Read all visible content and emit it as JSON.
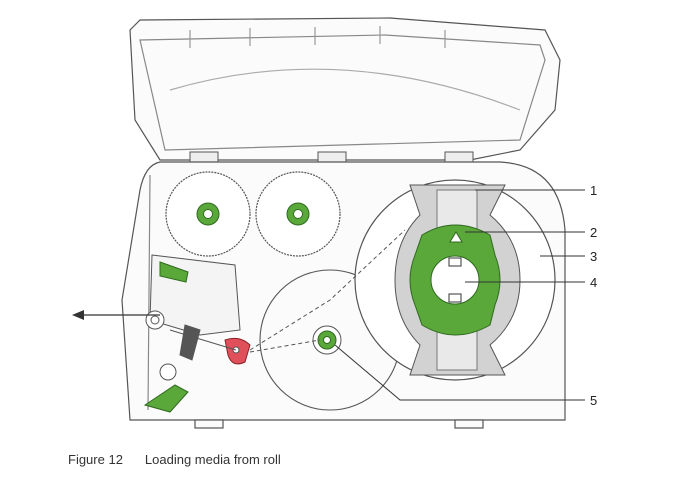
{
  "diagram": {
    "callouts": [
      "1",
      "2",
      "3",
      "4",
      "5"
    ],
    "colors": {
      "accent_green": "#5aa83a",
      "accent_red": "#e0505a",
      "outline": "#555555",
      "housing_fill": "#fbfbfb",
      "light_gray": "#e6e6e6",
      "mid_gray": "#c7c7c7"
    }
  },
  "caption": {
    "figure_number": "Figure 12",
    "text": "Loading media from roll"
  }
}
